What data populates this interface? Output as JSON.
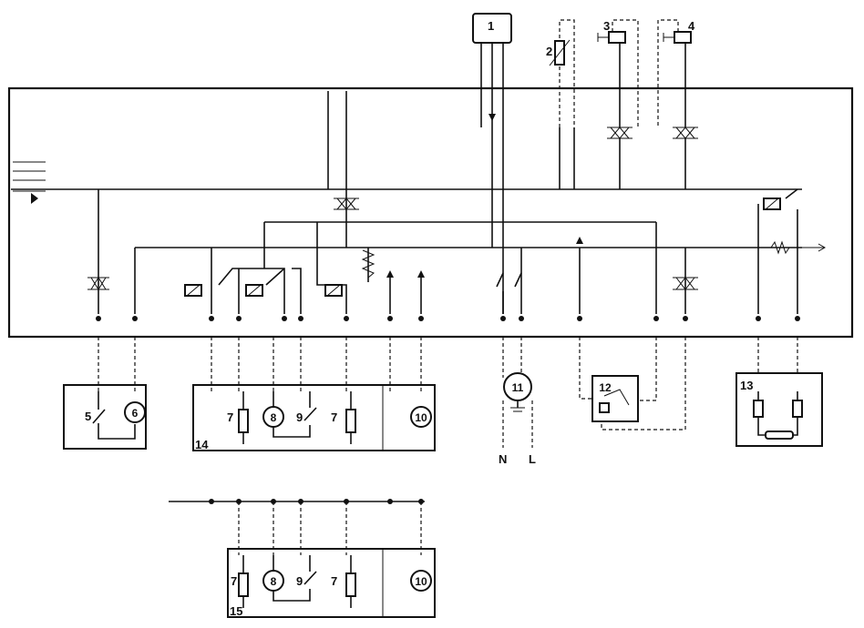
{
  "callouts": {
    "c1": "1",
    "c2": "2",
    "c3": "3",
    "c4": "4",
    "c5": "5",
    "c6": "6",
    "c7a": "7",
    "c7b": "7",
    "c7c": "7",
    "c7d": "7",
    "c8a": "8",
    "c8b": "8",
    "c9a": "9",
    "c9b": "9",
    "c10a": "10",
    "c10b": "10",
    "c11": "11",
    "c12": "12",
    "c13": "13",
    "c14": "14",
    "c15": "15"
  },
  "terminals": {
    "neutral": "N",
    "line": "L"
  }
}
